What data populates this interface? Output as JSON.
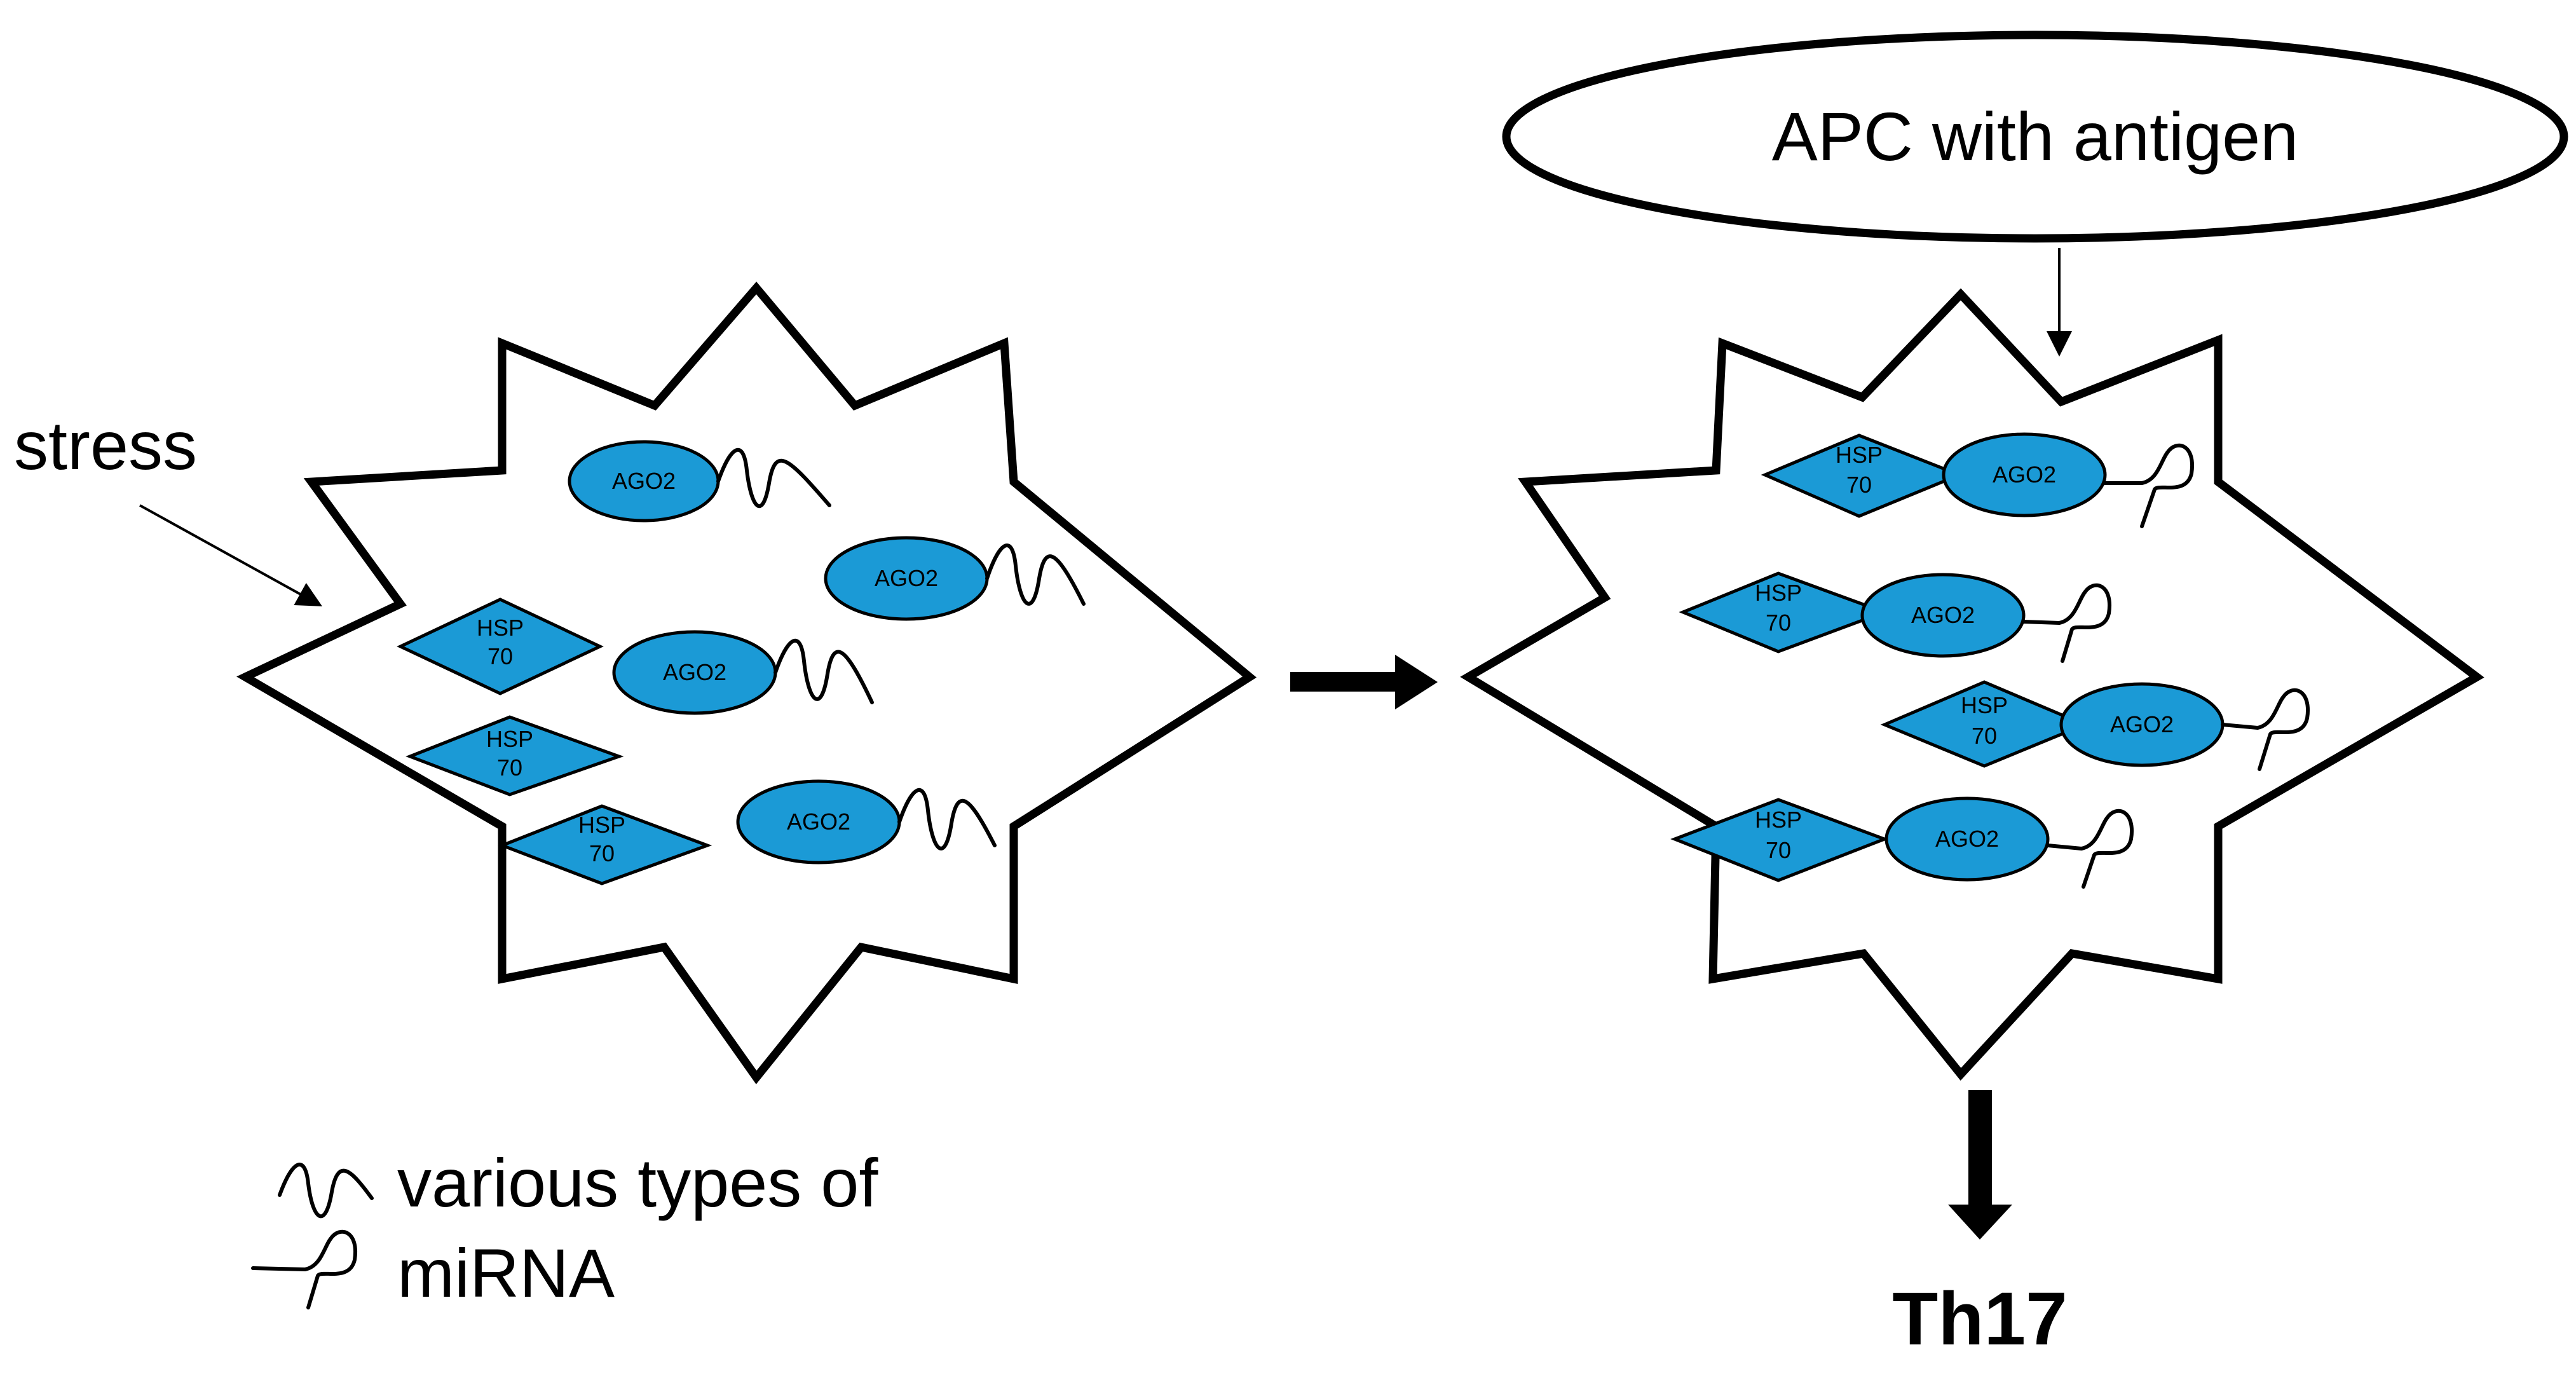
{
  "colors": {
    "protein": "#1b9ad6",
    "outline": "#000000",
    "background": "#ffffff"
  },
  "labels": {
    "stress": "stress",
    "apc": "APC with antigen",
    "outcome": "Th17",
    "ago2": "AGO2",
    "hsp_line1": "HSP",
    "hsp_line2": "70"
  },
  "legend": {
    "line1": "various types of",
    "line2": "miRNA"
  }
}
